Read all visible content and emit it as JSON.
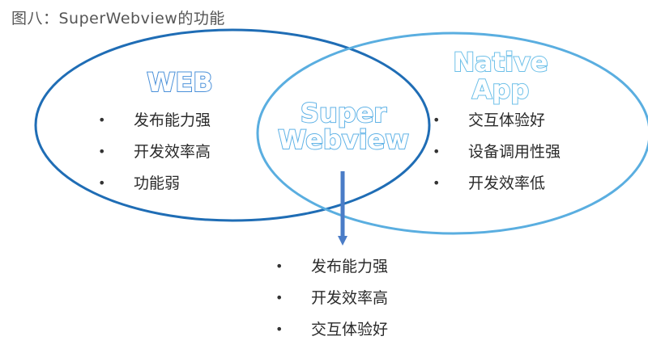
{
  "caption": "图八：SuperWebview的功能",
  "web": {
    "title": "WEB",
    "items": [
      "发布能力强",
      "开发效率高",
      "功能弱"
    ]
  },
  "native": {
    "title_line1": "Native",
    "title_line2": "App",
    "items": [
      "交互体验好",
      "设备调用性强",
      "开发效率低"
    ]
  },
  "center": {
    "title_line1": "Super",
    "title_line2": "Webview"
  },
  "result": {
    "items": [
      "发布能力强",
      "开发效率高",
      "交互体验好"
    ]
  },
  "bullet": "•",
  "colors": {
    "web_ellipse": "#1f6db5",
    "native_ellipse": "#5aaee0",
    "web_title": "#4a90d9",
    "center_title": "#5fb2e6",
    "native_title": "#6cbfe8",
    "arrow": "#4a7cc7"
  }
}
